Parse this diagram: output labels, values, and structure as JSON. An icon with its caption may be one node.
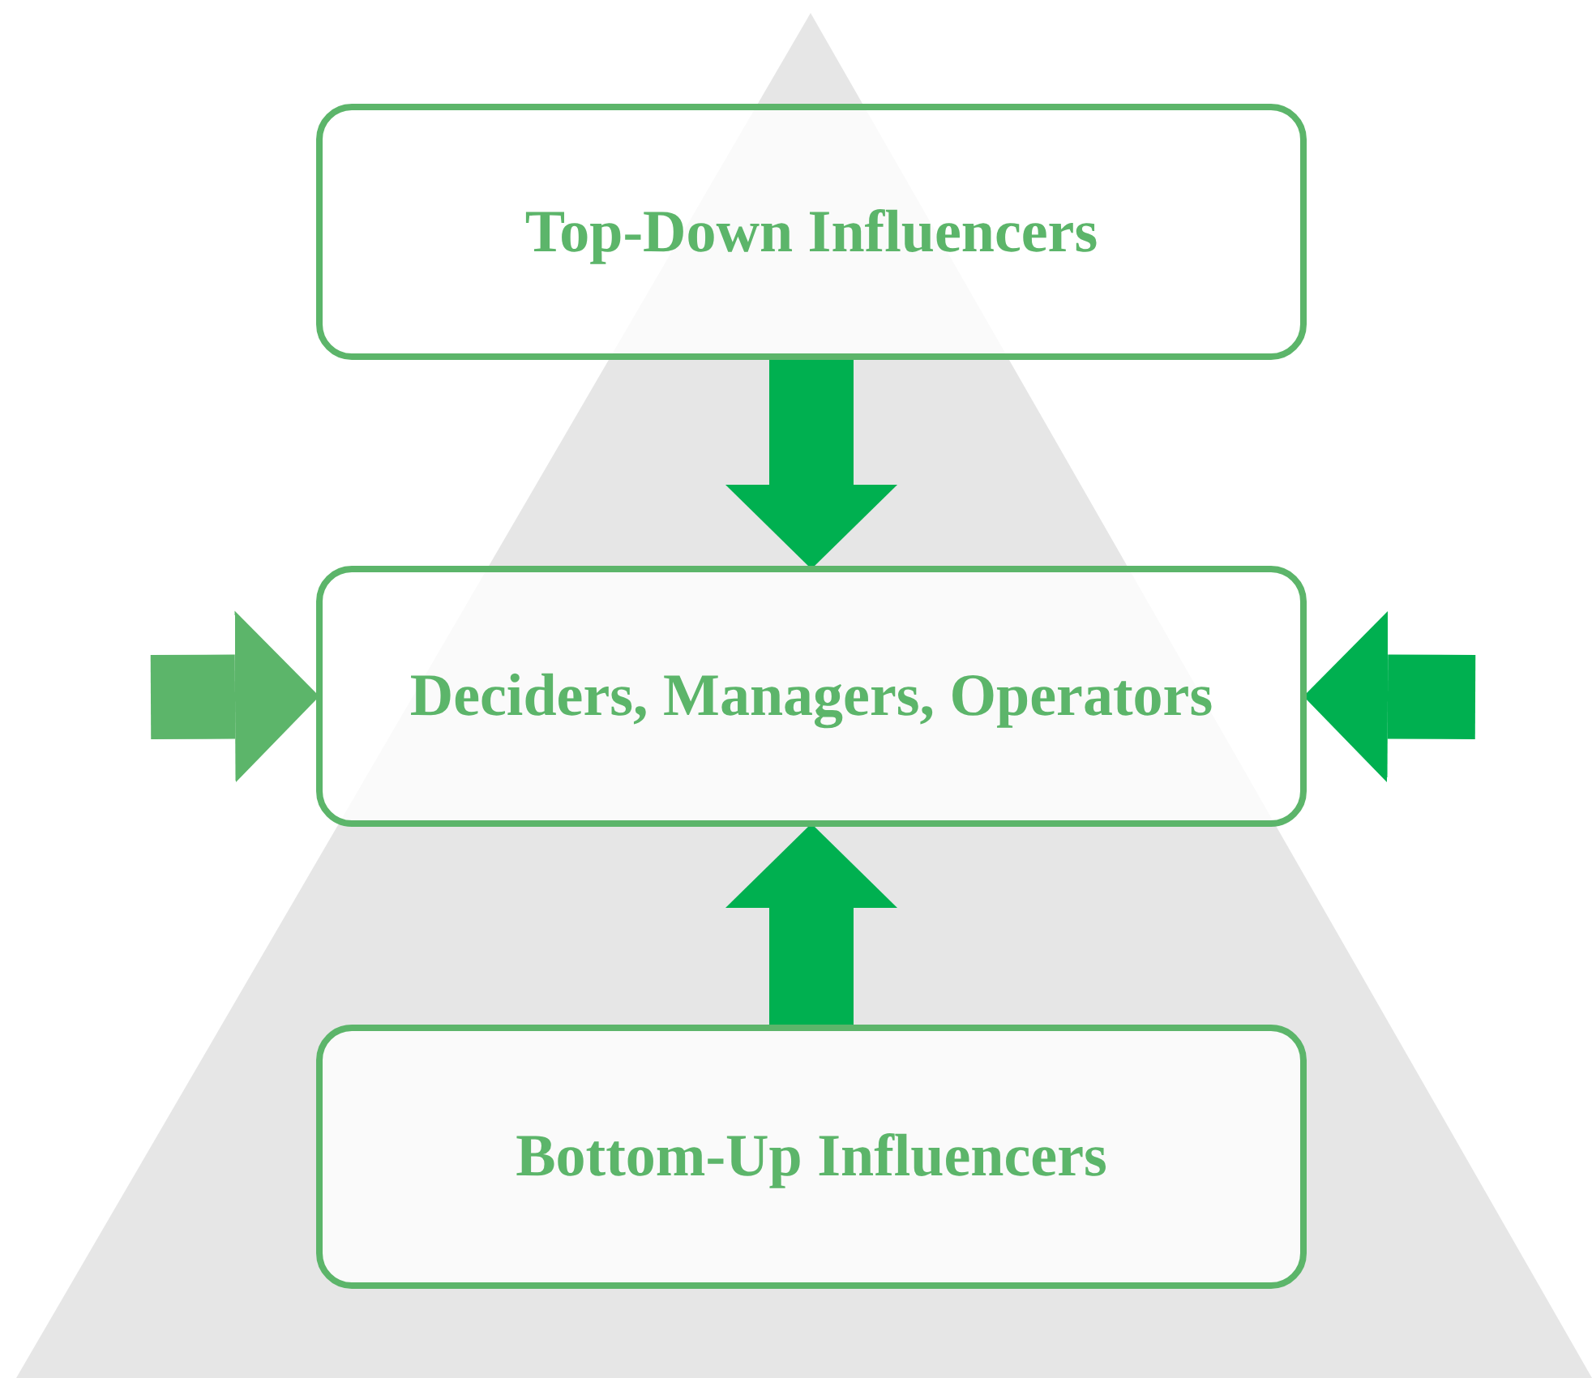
{
  "diagram": {
    "nodes": [
      {
        "text": [
          "Top-Down Influencers"
        ]
      },
      {
        "text": [
          "Deciders, Managers, Operators"
        ]
      },
      {
        "text": [
          "Bottom-Up Influencers"
        ]
      }
    ],
    "edges": [
      {
        "from": 0,
        "to": 1,
        "arrow": "to"
      },
      {
        "from": 2,
        "to": 1,
        "arrow": "to"
      },
      {
        "from": null,
        "to": 1,
        "arrow": "to",
        "color": "#5cb56a"
      },
      {
        "from": null,
        "to": 1,
        "arrow": "to"
      }
    ]
  }
}
